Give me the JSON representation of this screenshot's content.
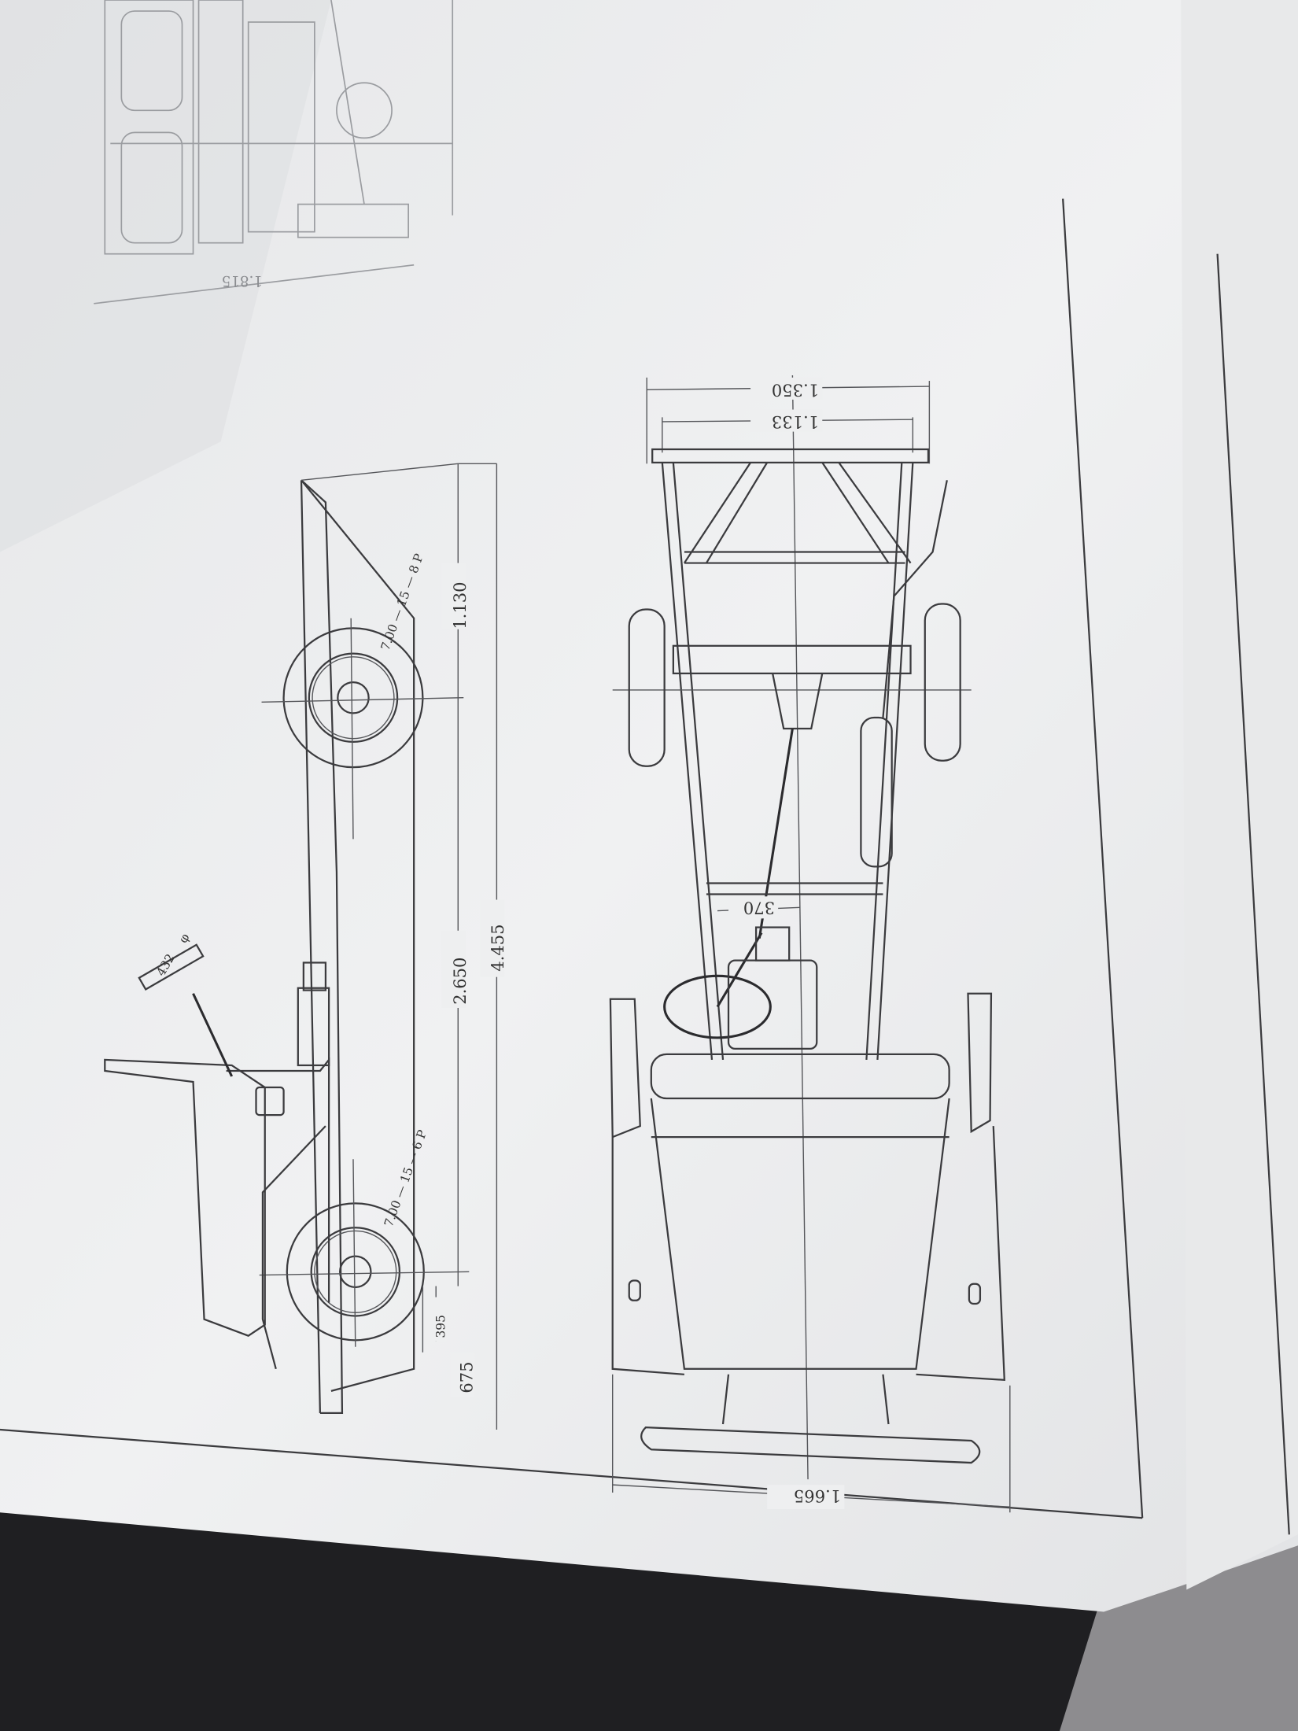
{
  "colors": {
    "paper": "#ecedee",
    "ink": "#333336",
    "shadow": "#1d1d20"
  },
  "inset_view": {
    "width_label": "1.815"
  },
  "side_view": {
    "rear_overhang": "1.130",
    "wheelbase": "2.650",
    "overall_length": "4.455",
    "front_overhang": "675",
    "front_axle_offset": "395",
    "steering_wheel_diameter": "432",
    "steering_wheel_symbol": "φ",
    "rear_tire": "7.00 — 15 — 8 P",
    "front_tire": "7.00 — 15 — 6 P"
  },
  "top_view": {
    "rear_tread": "1.350",
    "frame_width": "1.133",
    "steering_offset": "370",
    "overall_width": "1.665"
  }
}
